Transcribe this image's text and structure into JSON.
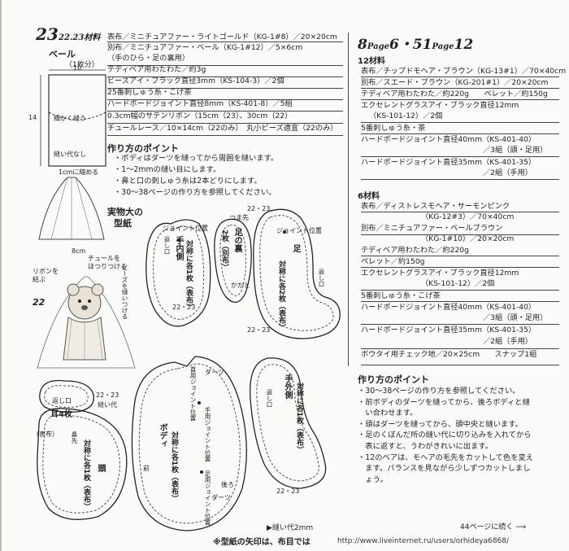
{
  "left": {
    "project_number": "23",
    "project_sub": "22.23材料",
    "veil_label": "ベール",
    "veil_qty": "（1枚分）",
    "veil_width": "10",
    "veil_height": "14",
    "veil_note_1": "細かく縫う",
    "veil_note_2": "縫い代なし",
    "veil_note_3": "1cmに縮める",
    "doll_note_1": "8cm",
    "doll_note_2": "チュールを",
    "doll_note_3": "ほつりつける",
    "doll_note_4": "リボンを",
    "doll_note_5": "結ぶ",
    "doll_note_6": "ビーズを縫いつける",
    "doll_label": "22",
    "materials": [
      "表布／ミニチュアファー・ライトゴールド（KG-1#8）／20×20cm",
      "別布／ミニチュアファー・ベール（KG-1#12）／5×6cm",
      "（手のひら・足の裏用）",
      "テディベア用わたわた／約3g",
      "ビーズアイ・ブラック直径3mm（KS-104-3）／2個",
      "25番刺しゅう糸・こげ茶",
      "ハードボードジョイント直径8mm（KS-401-8）／5組",
      "0.3cm幅のサテンリボン（15cm（23）、30cm（22）",
      "チュールレース／10×14cm（22のみ）　丸小ビーズ適宜（22のみ）"
    ],
    "points_title": "作り方のポイント",
    "points": [
      "・ボディはダーツを縫ってから周囲を縫います。",
      "・1～2mmの縫い目にします。",
      "・鼻と口の刺しゅう糸は2本どりにします。",
      "・30～38ページの作り方を参照してください。"
    ],
    "pattern_title_1": "実物大の",
    "pattern_title_2": "型紙",
    "ear_label": "耳4枚",
    "ear_sub": "（表布）",
    "ear_note": "返し口",
    "head_label": "頭",
    "head_sub": "対称に各1枚（表布）",
    "head_note": "鼻先",
    "margin_note": "縫い代",
    "size_tag": "22・23",
    "inner_arm_label": "手内側",
    "inner_arm_sub": "対称に各1枚（表布）",
    "joint_pos": "ジョイント位置",
    "return_opening": "返し口",
    "paw_label": "足の裏",
    "paw_sub": "2枚（別布）",
    "toe": "つま先",
    "heel": "かかと",
    "foot_label": "足",
    "foot_sub": "対称に各2枚（表布）",
    "body_label": "ボディ",
    "body_sub": "対称に各1枚（表布）",
    "dart": "ダーツ",
    "neck_joint": "首用ジョイント位置",
    "hand_joint": "手用ジョイント位置",
    "leg_joint": "足用ジョイント位置",
    "back": "後ろ",
    "front": "前",
    "outer_arm_label": "手外側",
    "outer_arm_sub": "対称に各1枚（表布）",
    "margin_bottom": "▶縫い代2mm",
    "footer_note": "※型紙の矢印は、布目では"
  },
  "right": {
    "header_num1": "8",
    "header_page1": "Page",
    "header_num2": "6・51",
    "header_page2": "Page",
    "header_num3": "12",
    "mat12_title": "12材料",
    "mat12": [
      "表布／チップドモヘア・ブラウン（KG-13#1）／70×40cm",
      "別布／スエード・ブラウン（KG-201#1）／20×20cm",
      "テディベア用わたわた／約220g　　ペレット／約150g",
      "エクセレントグラスアイ・ブラック直径12mm",
      "（KS-101-12）／2個",
      "5番刺しゅう糸・茶",
      "ハードボードジョイント直径40mm（KS-401-40）",
      "／3組（頭・足用）",
      "ハードボードジョイント直径35mm（KS-401-35）",
      "／2組（手用）"
    ],
    "mat6_title": "6材料",
    "mat6": [
      "表布／ディストレスモヘア・サーモンピンク",
      "（KG-12#3）／70×40cm",
      "別布／ミニチュアファー・ベールブラウン",
      "（KG-1#10）／20×20cm",
      "テディベア用わたわた／約220g",
      "ペレット／約150g",
      "エクセレントグラスアイ・ブラック直径12mm",
      "（KS-101-12）／2個",
      "5番刺しゅう糸・こげ茶",
      "ハードボードジョイント直径40mm（KS-401-40）",
      "／3組（頭・足用）",
      "ハードボードジョイント直径35mm（KS-401-35）",
      "／2組（手用）",
      "ボウタイ用チェック地／20×25cm　　スナップ1組"
    ],
    "points_title": "作り方のポイント",
    "points": [
      "・30～38ページの作り方を参照してください。",
      "・前ボディのダーツを縫ってから、後ろボディと縫",
      "　い合わせます。",
      "・頭はダーツを縫ってから、頭中央と縫います。",
      "・足のくぼんだ所の縫い代に切り込みを入れてから",
      "　表に返すと、うわがきれいに出ます。",
      "・12のベアは、モヘアの毛先をカットして色を変え",
      "　ます。バランスを見ながら少しずつカットしまし",
      "　ょう。"
    ],
    "continue_note": "44ページに続く"
  },
  "watermark": "http://www.liveinternet.ru/users/orhideya6868/"
}
